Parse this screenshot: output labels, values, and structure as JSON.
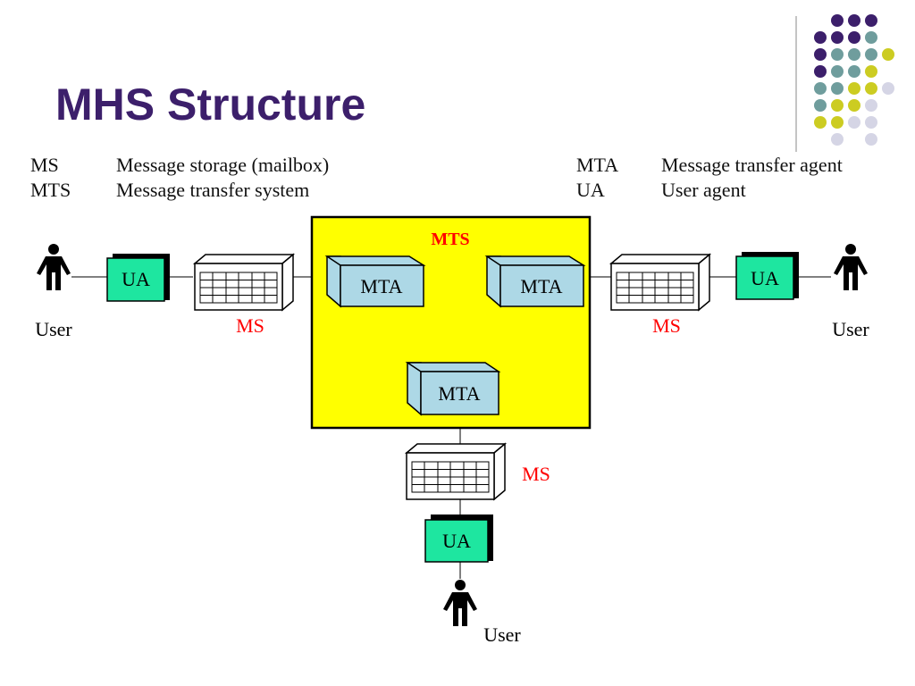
{
  "slide": {
    "title": "MHS Structure"
  },
  "legend": {
    "left": [
      {
        "abbr": "MS",
        "desc": "Message storage (mailbox)"
      },
      {
        "abbr": "MTS",
        "desc": "Message transfer system"
      }
    ],
    "right": [
      {
        "abbr": "MTA",
        "desc": "Message transfer agent"
      },
      {
        "abbr": "UA",
        "desc": "User agent"
      }
    ]
  },
  "diagram": {
    "mts_label": "MTS",
    "mta_left": "MTA",
    "mta_right": "MTA",
    "mta_bottom": "MTA",
    "ua_left": "UA",
    "ua_right": "UA",
    "ua_bottom": "UA",
    "ms_left": "MS",
    "ms_right": "MS",
    "ms_bottom": "MS",
    "user_left": "User",
    "user_right": "User",
    "user_bottom": "User"
  },
  "colors": {
    "title": "#3c1f6b",
    "mts_fill": "#ffff00",
    "mta_fill": "#add8e6",
    "ua_fill": "#1ee6a0",
    "ms_label": "#ff0000",
    "dot_purple": "#3c1f6b",
    "dot_teal": "#6f9d9d",
    "dot_olive": "#cccc22",
    "dot_lavender": "#d5d5e5"
  }
}
